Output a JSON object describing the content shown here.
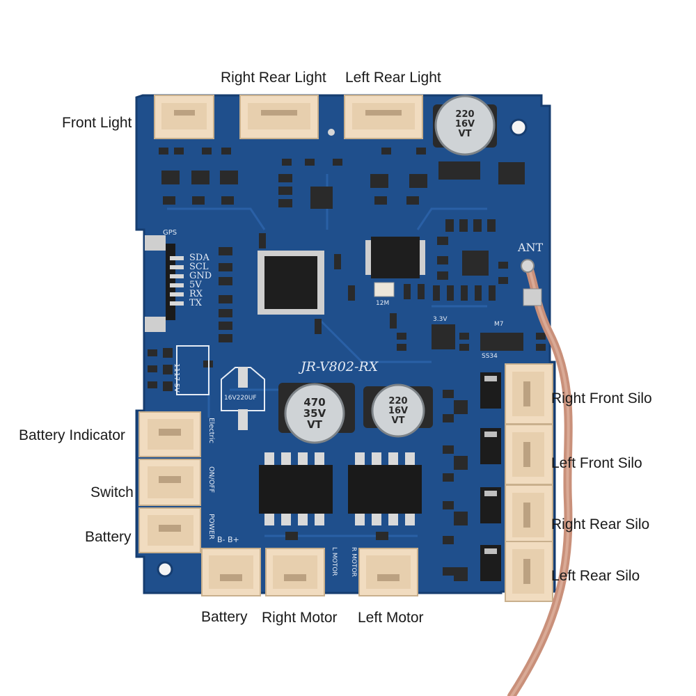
{
  "labels": {
    "front_light": "Front Light",
    "right_rear_light": "Right Rear Light",
    "left_rear_light": "Left Rear Light",
    "battery_indicator": "Battery Indicator",
    "switch": "Switch",
    "battery_left": "Battery",
    "battery_bottom": "Battery",
    "right_motor": "Right Motor",
    "left_motor": "Left Motor",
    "right_front_silo": "Right Front Silo",
    "left_front_silo": "Left Front Silo",
    "right_rear_silo": "Right Rear Silo",
    "left_rear_silo": "Left Rear Silo"
  },
  "board": {
    "model": "JR-V802-RX",
    "antenna": "ANT",
    "gps": "GPS",
    "gps_pins": [
      "SDA",
      "SCL",
      "GND",
      "5V",
      "RX",
      "TX"
    ],
    "cap_small": [
      "220",
      "16V",
      "VT"
    ],
    "cap_mid": [
      "220",
      "16V",
      "VT"
    ],
    "cap_large": [
      "470",
      "35V",
      "VT"
    ],
    "cap_footprint": "16V220UF",
    "regulator": "1117 5V",
    "electric": "Electric",
    "onoff": "ON/OFF",
    "power": "POWER",
    "polarity": "B-  B+",
    "r_motor": "R MOTOR",
    "l_motor": "L MOTOR",
    "crystal": "12M",
    "m7": "M7",
    "ss34": "SS34",
    "v33": "3.3V"
  },
  "colors": {
    "pcb": "#1f4f8c",
    "pcb_dark": "#163d70",
    "connector": "#f1dcc0",
    "cable": "#c9907a"
  }
}
